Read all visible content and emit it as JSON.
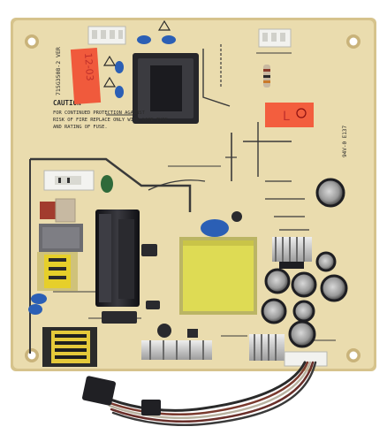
{
  "photo": {
    "subject": "power supply circuit board",
    "colors": {
      "board": "#e9d9a9",
      "board_edge": "#d6c38c",
      "trace": "#3a3a3a",
      "label_red": "#f05a3c",
      "transformer": "#dcd94a",
      "capacitor": "#1e1e22",
      "cable": "#7a3a2e"
    }
  },
  "silkscreen": {
    "caution": "CAUTION",
    "warning_lines": [
      "FOR CONTINUED PROTECTION AGAINST",
      "RISK OF FIRE REPLACE ONLY WITH SAME TYPE",
      "AND RATING OF FUSE."
    ],
    "part_number": "715G3508-2 VER",
    "right_text_lines": [
      "94V-0  E137"
    ]
  },
  "labels": {
    "left_sticker": "12-03",
    "right_sticker": "L"
  }
}
